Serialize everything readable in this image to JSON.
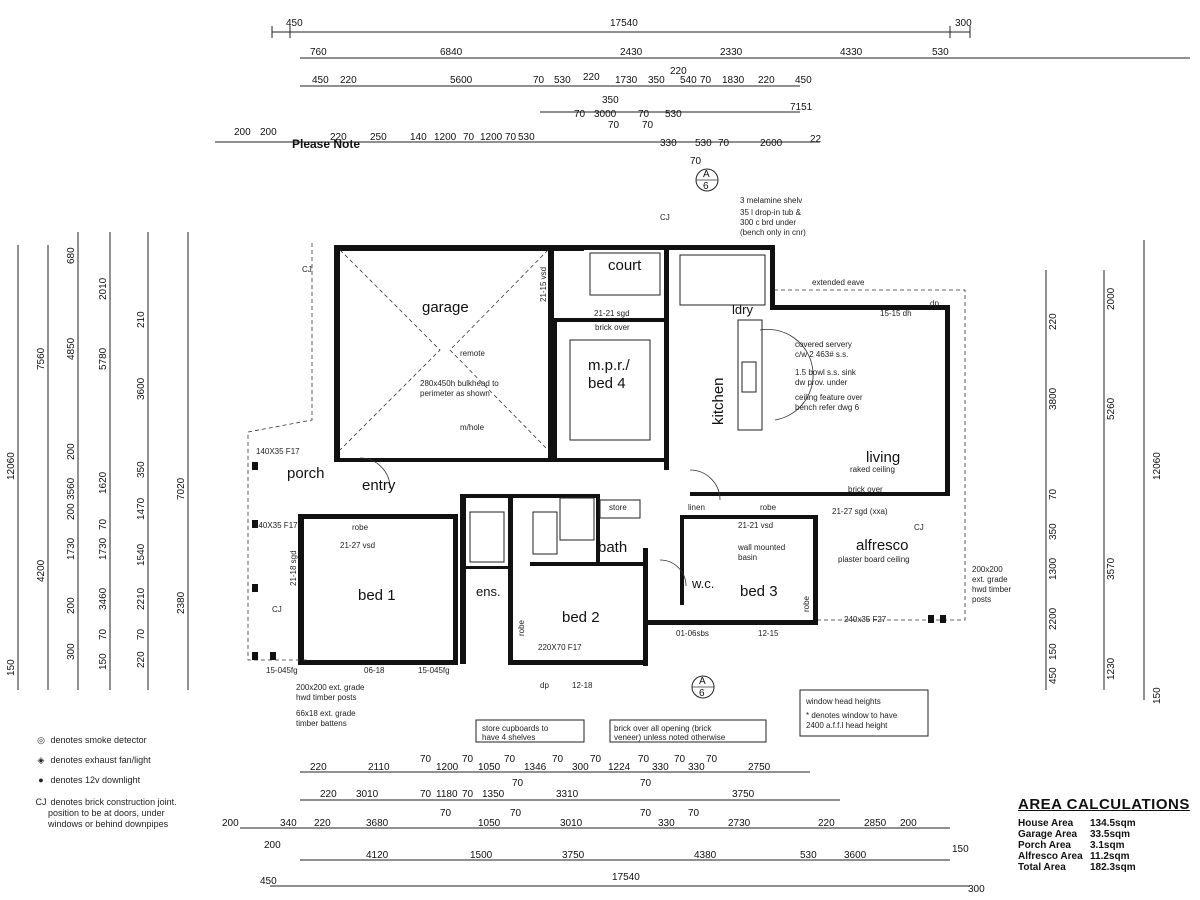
{
  "top_dims": {
    "row1": [
      "450",
      "17540",
      "300"
    ],
    "row2": [
      "760",
      "6840",
      "2430",
      "2330",
      "4330",
      "530"
    ],
    "row3": [
      "450",
      "220",
      "5600",
      "70",
      "530",
      "220",
      "1730",
      "350",
      "220",
      "540",
      "70",
      "1830",
      "220",
      "450"
    ],
    "row4": [
      "350",
      "70",
      "3000",
      "70",
      "530",
      "7151"
    ],
    "row5": [
      "200",
      "200",
      "220",
      "250",
      "140",
      "1200",
      "70",
      "1200",
      "70",
      "530",
      "70",
      "70",
      "330",
      "530",
      "70",
      "2600",
      "22"
    ],
    "row6": [
      "70"
    ]
  },
  "partial_note": "Please Note",
  "section_marker": {
    "letter": "A",
    "sheet": "6"
  },
  "rooms": {
    "garage": "garage",
    "court": "court",
    "ldry": "ldry",
    "mpr": "m.p.r./",
    "bed4": "bed 4",
    "kitchen": "kitchen",
    "living": "living",
    "porch": "porch",
    "entry": "entry",
    "bed1": "bed 1",
    "bed2": "bed 2",
    "bed3": "bed 3",
    "ens": "ens.",
    "bath": "bath",
    "alfresco": "alfresco",
    "wc": "w.c.",
    "store": "store",
    "linen": "linen",
    "robe": "robe",
    "robe2": "robe",
    "robe3": "robe",
    "robe4": "robe"
  },
  "plan_notes": {
    "melamine": "3 melamine shelv",
    "tub": "35 l drop-in tub &",
    "tub2": "300 c brd under",
    "tub3": "(bench only in cnr)",
    "extended_eave": "extended eave",
    "bulkhead": "280x450h bulkhead to",
    "bulkhead2": "perimeter as shown",
    "remote": "remote",
    "mhole": "m/hole",
    "servery": "covered servery",
    "servery2": "c/w 2 463# s.s.",
    "servery3": "1.5 bowl s.s. sink",
    "servery4": "dw prov. under",
    "ceiling": "ceiling feature over",
    "ceiling2": "bench refer dwg 6",
    "raked": "raked ceiling",
    "brick_over": "brick over",
    "brick_over2": "brick over",
    "plaster": "plaster board ceiling",
    "wallbasin": "wall mounted",
    "wallbasin2": "basin",
    "posts": "200x200 ext. grade",
    "posts2": "hwd timber posts",
    "battens": "66x18 ext. grade",
    "battens2": "timber battens",
    "posts_r": "200x200",
    "posts_r2": "ext. grade",
    "posts_r3": "hwd timber",
    "posts_r4": "posts",
    "beam1": "240x35 F27",
    "beam2": "140X35 F17",
    "beam3": "140X35 F17",
    "lintel1": "21-15 vsd",
    "lintel2": "21-21 sgd",
    "lintel3": "21-27 vsd",
    "lintel4": "21-21 vsd",
    "lintel5": "21-27 sgd (xxa)",
    "lintel6": "15-15 dh",
    "lintel7": "21-18 sgd",
    "lintel8": "220X70 F17",
    "w1": "15-045fg",
    "w2": "06-18",
    "w3": "15-045fg",
    "w4": "01-06sbs",
    "w5": "12-15",
    "w6": "12-18",
    "cj": "CJ",
    "dp": "dp",
    "shelves_box": "store cupboards to",
    "shelves_box2": "have 4 shelves",
    "brick_box": "brick over all opening (brick",
    "brick_box2": "veneer) unless noted otherwise",
    "window_box": "window head heights",
    "window_box2": "* denotes window to have",
    "window_box3": "2400 a.f.f.l head height"
  },
  "left_dims": {
    "col1": [
      "12060"
    ],
    "col2": [
      "7560",
      "4200",
      "150"
    ],
    "col3": [
      "680",
      "4850",
      "200",
      "3560",
      "200",
      "1730",
      "300",
      "200"
    ],
    "col4": [
      "2010",
      "5780",
      "1620",
      "1730",
      "70",
      "3460",
      "70",
      "150"
    ],
    "col5": [
      "210",
      "3600",
      "350",
      "1470",
      "1540",
      "2210",
      "70",
      "220"
    ],
    "col6": [
      "7020",
      "2380"
    ]
  },
  "right_dims": {
    "col1": [
      "220",
      "3800",
      "70",
      "350",
      "1300",
      "2200",
      "150",
      "450"
    ],
    "col2": [
      "2000",
      "5260",
      "3570",
      "1230"
    ],
    "col3": [
      "12060",
      "150"
    ]
  },
  "bottom_dims": {
    "row1": [
      "220",
      "2110",
      "70",
      "1200",
      "70",
      "1050",
      "70",
      "1346",
      "70",
      "300",
      "70",
      "1224",
      "70",
      "330",
      "70",
      "330",
      "70",
      "2750"
    ],
    "row2": [
      "220",
      "3010",
      "70",
      "1180",
      "70",
      "1350",
      "70",
      "3310",
      "70",
      "3750"
    ],
    "row3": [
      "200",
      "340",
      "220",
      "3680",
      "70",
      "1050",
      "70",
      "3010",
      "70",
      "330",
      "70",
      "2730",
      "220",
      "2850",
      "200"
    ],
    "row4": [
      "200",
      "4120",
      "1500",
      "3750",
      "4380",
      "530",
      "3600",
      "150"
    ],
    "row5": [
      "450",
      "17540",
      "300"
    ]
  },
  "legend": [
    {
      "icon": "smoke-icon",
      "symbol": "◎",
      "text": "denotes smoke detector"
    },
    {
      "icon": "exhaust-icon",
      "symbol": "◈",
      "text": "denotes exhaust fan/light"
    },
    {
      "icon": "downlight-icon",
      "symbol": "●",
      "text": "denotes 12v downlight"
    },
    {
      "icon": "cj-icon",
      "symbol": "CJ",
      "text": "denotes brick construction joint."
    },
    {
      "icon": "",
      "symbol": "",
      "text": "position to be at doors, under"
    },
    {
      "icon": "",
      "symbol": "",
      "text": "windows or behind downpipes"
    }
  ],
  "area_calc": {
    "title": "AREA CALCULATIONS",
    "rows": [
      {
        "k": "House Area",
        "v": "134.5sqm"
      },
      {
        "k": "Garage Area",
        "v": "33.5sqm"
      },
      {
        "k": "Porch Area",
        "v": "3.1sqm"
      },
      {
        "k": "Alfresco Area",
        "v": "11.2sqm"
      },
      {
        "k": "Total Area",
        "v": "182.3sqm"
      }
    ]
  }
}
